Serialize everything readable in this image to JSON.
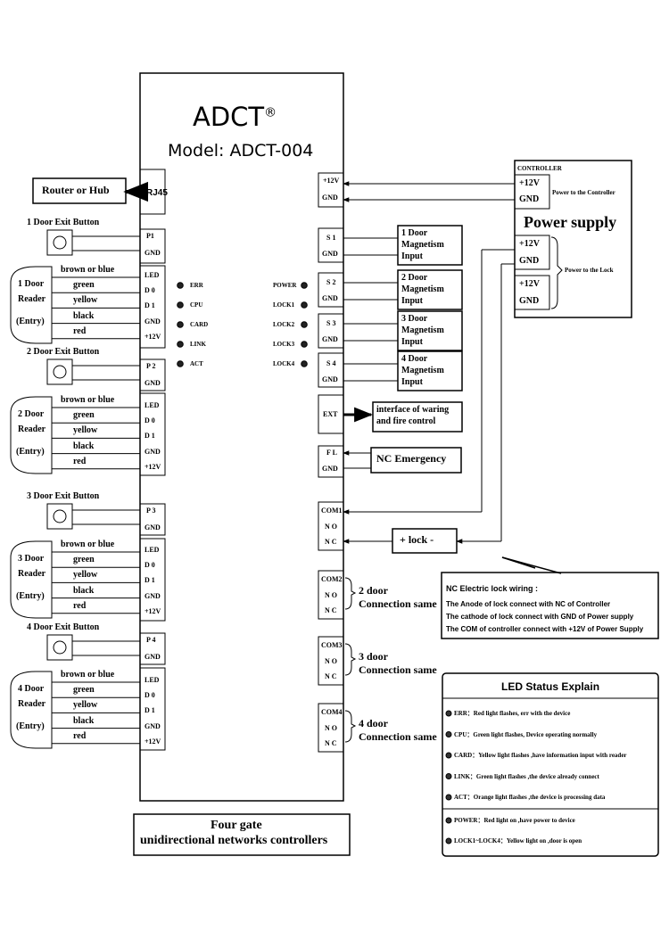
{
  "controller": {
    "brand": "ADCT",
    "reg": "®",
    "model": "Model: ADCT-004"
  },
  "router_label": "Router or Hub",
  "rj45": "RJ45",
  "doors": [
    {
      "exit_label": "1 Door Exit Button",
      "reader_lines": [
        "1 Door",
        "Reader",
        "(Entry)"
      ],
      "p": "P1",
      "gnd": "GND"
    },
    {
      "exit_label": "2 Door Exit Button",
      "reader_lines": [
        "2 Door",
        "Reader",
        "(Entry)"
      ],
      "p": "P 2",
      "gnd": "GND"
    },
    {
      "exit_label": "3 Door Exit Button",
      "reader_lines": [
        "3 Door",
        "Reader",
        "(Entry)"
      ],
      "p": "P 3",
      "gnd": "GND"
    },
    {
      "exit_label": "4 Door Exit Button",
      "reader_lines": [
        "4 Door",
        "Reader",
        "(Entry)"
      ],
      "p": "P 4",
      "gnd": "GND"
    }
  ],
  "reader_wires": [
    "brown or blue",
    "green",
    "yellow",
    "black",
    "red"
  ],
  "reader_pins": [
    "LED",
    "D 0",
    "D 1",
    "GND",
    "+12V"
  ],
  "left_leds": [
    "ERR",
    "CPU",
    "CARD",
    "LINK",
    "ACT"
  ],
  "right_leds": [
    "POWER",
    "LOCK1",
    "LOCK2",
    "LOCK3",
    "LOCK4"
  ],
  "power_pins": [
    "+12V",
    "GND"
  ],
  "sensors": [
    {
      "pin": "S 1",
      "gnd": "GND",
      "label": [
        "1 Door",
        "Magnetism",
        "Input"
      ]
    },
    {
      "pin": "S 2",
      "gnd": "GND",
      "label": [
        "2 Door",
        "Magnetism",
        "Input"
      ]
    },
    {
      "pin": "S 3",
      "gnd": "GND",
      "label": [
        "3 Door",
        "Magnetism",
        "Input"
      ]
    },
    {
      "pin": "S 4",
      "gnd": "GND",
      "label": [
        "4 Door",
        "Magnetism",
        "Input"
      ]
    }
  ],
  "ext_pin": "EXT",
  "ext_label": [
    "interface of waring",
    "and fire control"
  ],
  "fl_pins": [
    "F L",
    "GND"
  ],
  "nc_emergency": "NC Emergency",
  "coms": [
    {
      "pins": [
        "COM1",
        "N O",
        "N C"
      ]
    },
    {
      "pins": [
        "COM2",
        "N O",
        "N C"
      ],
      "label": [
        "2 door",
        "Connection same"
      ]
    },
    {
      "pins": [
        "COM3",
        "N O",
        "N C"
      ],
      "label": [
        "3 door",
        "Connection same"
      ]
    },
    {
      "pins": [
        "COM4",
        "N O",
        "N C"
      ],
      "label": [
        "4 door",
        "Connection same"
      ]
    }
  ],
  "lock_box": "+ lock  -",
  "psu": {
    "controller_label": "CONTROLLER",
    "ctrl_pins": [
      "+12V",
      "GND"
    ],
    "ctrl_note": "Power to the Controller",
    "title": "Power supply",
    "lock_pins_a": [
      "+12V",
      "GND"
    ],
    "lock_pins_b": [
      "+12V",
      "GND"
    ],
    "lock_note": "Power to the Lock"
  },
  "nc_note": {
    "title": "NC Electric lock wiring :",
    "lines": [
      "The Anode of lock connect with NC of Controller",
      "The cathode of lock connect with GND of Power supply",
      "The COM of controller connect with +12V of Power Supply"
    ]
  },
  "led_status": {
    "title": "LED Status Explain",
    "items": [
      "ERR：Red light flashes, err with the device",
      "CPU：Green light flashes, Device operating normally",
      "CARD：Yellow light flashes ,have information input with reader",
      "LINK：Green light flashes ,the device already connect",
      "ACT：Orange light flashes ,the device is processing data",
      "POWER：Red light on ,have power to device",
      "LOCK1~LOCK4：Yellow light on ,door is open"
    ]
  },
  "footer": [
    "Four gate",
    "unidirectional networks controllers"
  ]
}
